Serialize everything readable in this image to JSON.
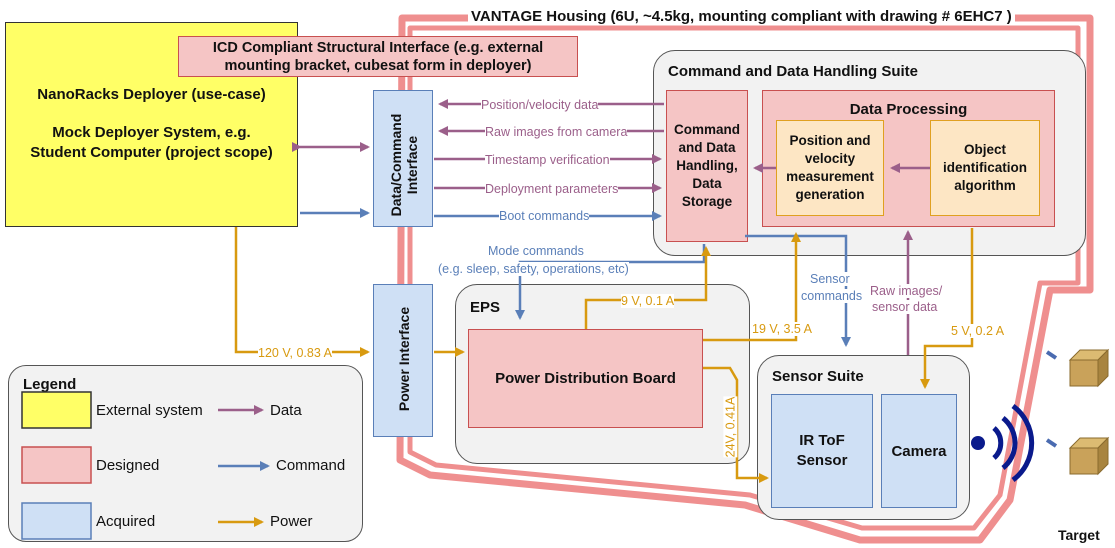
{
  "housing_label": "VANTAGE Housing (6U, ~4.5kg, mounting compliant with drawing # 6EHC7 )",
  "icd_label": "ICD Compliant Structural Interface (e.g. external mounting bracket, cubesat form in deployer)",
  "deployer": {
    "line1": "NanoRacks Deployer (use-case)",
    "line2": "Mock Deployer System, e.g. Student Computer (project scope)"
  },
  "data_command_interface": "Data/Command Interface",
  "power_interface": "Power Interface",
  "cdh_suite": {
    "title": "Command and Data Handling Suite",
    "cdh_box": "Command and Data Handling, Data Storage",
    "data_processing": "Data Processing",
    "position_velocity": "Position and velocity measurement generation",
    "object_identification": "Object identification algorithm"
  },
  "eps": {
    "title": "EPS",
    "pdb": "Power Distribution Board"
  },
  "sensor_suite": {
    "title": "Sensor Suite",
    "ir_tof": "IR ToF Sensor",
    "camera": "Camera"
  },
  "target_label": "Target",
  "flows": {
    "position_velocity_data": "Position/velocity data",
    "raw_images": "Raw images from camera",
    "timestamp": "Timestamp verification",
    "deployment_params": "Deployment parameters",
    "boot_commands": "Boot commands",
    "mode_commands_1": "Mode commands",
    "mode_commands_2": "(e.g. sleep, safety, operations, etc)",
    "sensor_commands_1": "Sensor",
    "sensor_commands_2": "commands",
    "raw_sensor_1": "Raw images/",
    "raw_sensor_2": "sensor data",
    "p_120v": "120 V, 0.83 A",
    "p_9v": "9 V, 0.1 A",
    "p_19v": "19 V, 3.5 A",
    "p_5v": "5 V, 0.2 A",
    "p_24v": "24V, 0.41A"
  },
  "legend": {
    "title": "Legend",
    "external": "External system",
    "designed": "Designed",
    "acquired": "Acquired",
    "data": "Data",
    "command": "Command",
    "power": "Power"
  },
  "colors": {
    "external": "#ffff66",
    "designed": "#f5c5c5",
    "acquired": "#cfe0f5",
    "processing": "#fde6c4",
    "data_arrow": "#9b5f8a",
    "command_arrow": "#5a7fb8",
    "power_arrow": "#d89a10",
    "housing": "#ef8f8f",
    "antenna": "#0a1a8c"
  }
}
